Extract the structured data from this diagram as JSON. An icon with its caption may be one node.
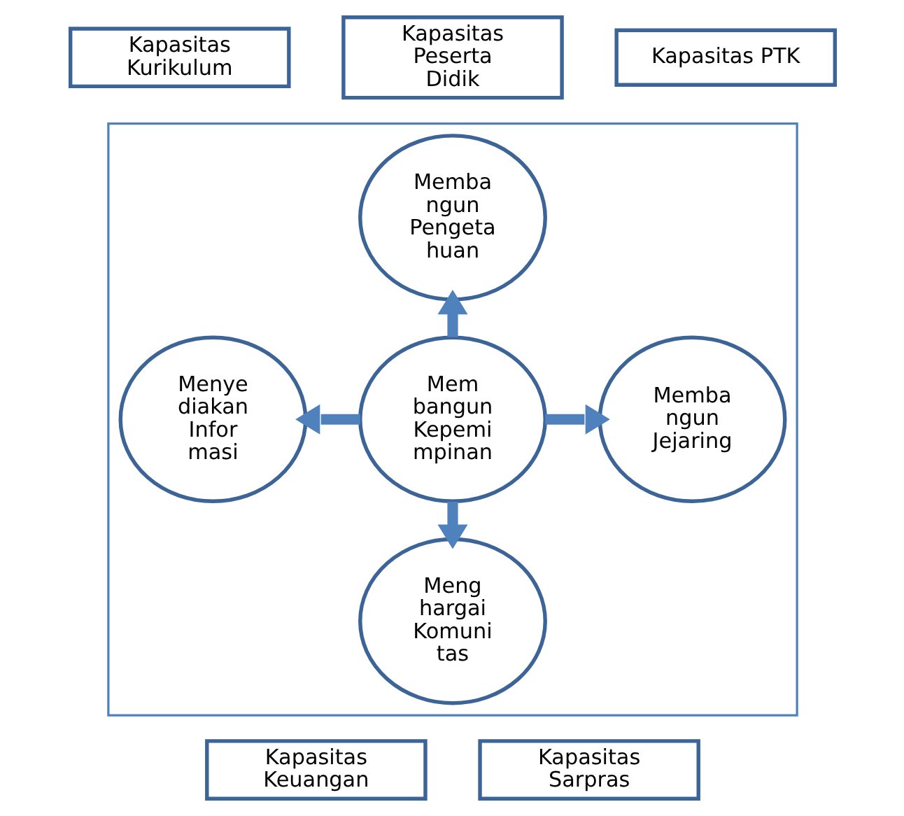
{
  "diagram": {
    "nodes": [
      {
        "text": [],
        "shape": "box"
      },
      {
        "text": [
          "Kapasitas Kurikulum"
        ]
      },
      {
        "text": [
          "Kapasitas Peserta Didik"
        ]
      },
      {
        "text": [
          "Kapasitas PTK"
        ]
      },
      {
        "text": [
          "Memba ngun Pengeta huan"
        ],
        "in": 0
      },
      {
        "text": [
          "Menye diakan Infor masi"
        ],
        "in": 0
      },
      {
        "text": [
          "Mem bangun Kepemi mpinan"
        ],
        "in": 0
      },
      {
        "text": [
          "Memba ngun Jejaring"
        ],
        "in": 0
      },
      {
        "text": [
          "Meng hargai Komuni tas"
        ],
        "in": 0
      },
      {
        "text": [
          "Kapasitas Keuangan"
        ]
      },
      {
        "text": [
          "Kapasitas Sarpras"
        ]
      }
    ],
    "edges": [
      {
        "from": 6,
        "to": 4,
        "arrow": "to"
      },
      {
        "from": 6,
        "to": 5,
        "arrow": "to"
      },
      {
        "from": 6,
        "to": 7,
        "arrow": "to"
      },
      {
        "from": 6,
        "to": 8,
        "arrow": "to"
      }
    ]
  }
}
